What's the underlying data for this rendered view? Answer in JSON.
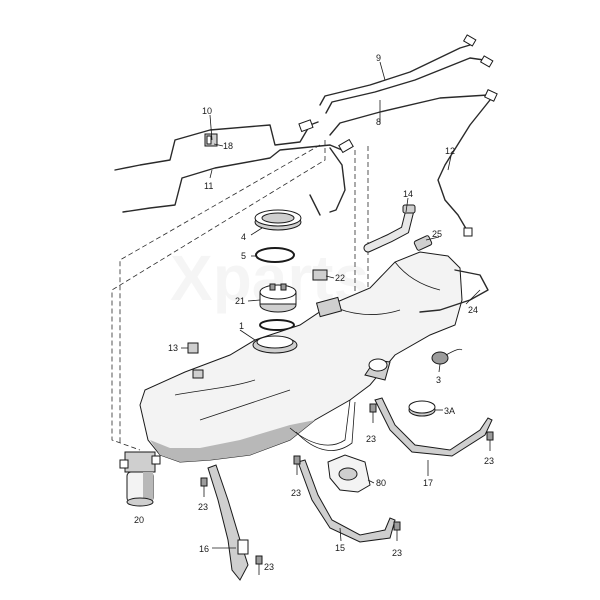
{
  "watermark": "Xparts",
  "callouts": [
    {
      "id": "c1",
      "text": "1"
    },
    {
      "id": "c3",
      "text": "3"
    },
    {
      "id": "c3a",
      "text": "3A"
    },
    {
      "id": "c4",
      "text": "4"
    },
    {
      "id": "c5",
      "text": "5"
    },
    {
      "id": "c8",
      "text": "8"
    },
    {
      "id": "c9",
      "text": "9"
    },
    {
      "id": "c10",
      "text": "10"
    },
    {
      "id": "c11",
      "text": "11"
    },
    {
      "id": "c12",
      "text": "12"
    },
    {
      "id": "c13",
      "text": "13"
    },
    {
      "id": "c14",
      "text": "14"
    },
    {
      "id": "c15",
      "text": "15"
    },
    {
      "id": "c16",
      "text": "16"
    },
    {
      "id": "c17",
      "text": "17"
    },
    {
      "id": "c18",
      "text": "18"
    },
    {
      "id": "c20",
      "text": "20"
    },
    {
      "id": "c21",
      "text": "21"
    },
    {
      "id": "c22",
      "text": "22"
    },
    {
      "id": "c23a",
      "text": "23"
    },
    {
      "id": "c23b",
      "text": "23"
    },
    {
      "id": "c23c",
      "text": "23"
    },
    {
      "id": "c23d",
      "text": "23"
    },
    {
      "id": "c23e",
      "text": "23"
    },
    {
      "id": "c23f",
      "text": "23"
    },
    {
      "id": "c24",
      "text": "24"
    },
    {
      "id": "c25",
      "text": "25"
    },
    {
      "id": "c80",
      "text": "80"
    }
  ]
}
